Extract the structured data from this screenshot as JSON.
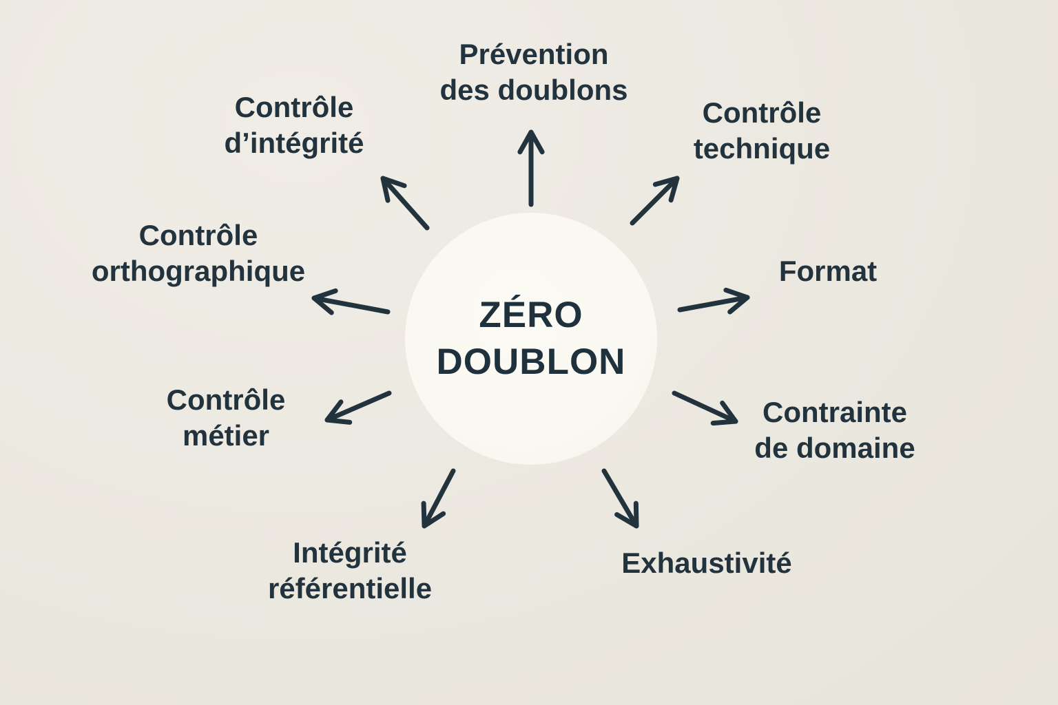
{
  "center": {
    "title": "ZÉRO\nDOUBLON"
  },
  "labels": [
    {
      "name": "prevention-doublons",
      "text": "Prévention\ndes doublons"
    },
    {
      "name": "controle-integrite",
      "text": "Contrôle\nd’intégrité"
    },
    {
      "name": "controle-technique",
      "text": "Contrôle\ntechnique"
    },
    {
      "name": "controle-orthographique",
      "text": "Contrôle\northographique"
    },
    {
      "name": "format",
      "text": "Format"
    },
    {
      "name": "controle-metier",
      "text": "Contrôle\nmétier"
    },
    {
      "name": "contrainte-domaine",
      "text": "Contrainte\nde domaine"
    },
    {
      "name": "integrite-referentielle",
      "text": "Intégrité\nréférentielle"
    },
    {
      "name": "exhaustivite",
      "text": "Exhaustivité"
    }
  ],
  "colors": {
    "background": "#ebe8e0",
    "circle": "#faf8f1",
    "ink": "#22333d"
  }
}
